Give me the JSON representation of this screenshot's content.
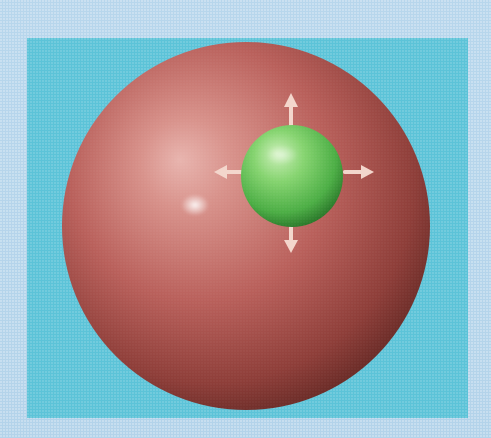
{
  "colors": {
    "outer_background": "#b7d6ec",
    "panel_background": "#5cc3d8",
    "large_sphere": "#b9605b",
    "large_sphere_highlight": "#e7b0aa",
    "large_sphere_shadow": "#5f2622",
    "small_sphere": "#5cbf52",
    "small_sphere_highlight": "#cbefb8",
    "small_sphere_shadow": "#236d24",
    "arrows": "#f3d6cc"
  },
  "objects": {
    "large_sphere": "red-sphere",
    "small_sphere": "green-sphere",
    "arrows": [
      "arrow-up",
      "arrow-down",
      "arrow-left",
      "arrow-right"
    ]
  }
}
